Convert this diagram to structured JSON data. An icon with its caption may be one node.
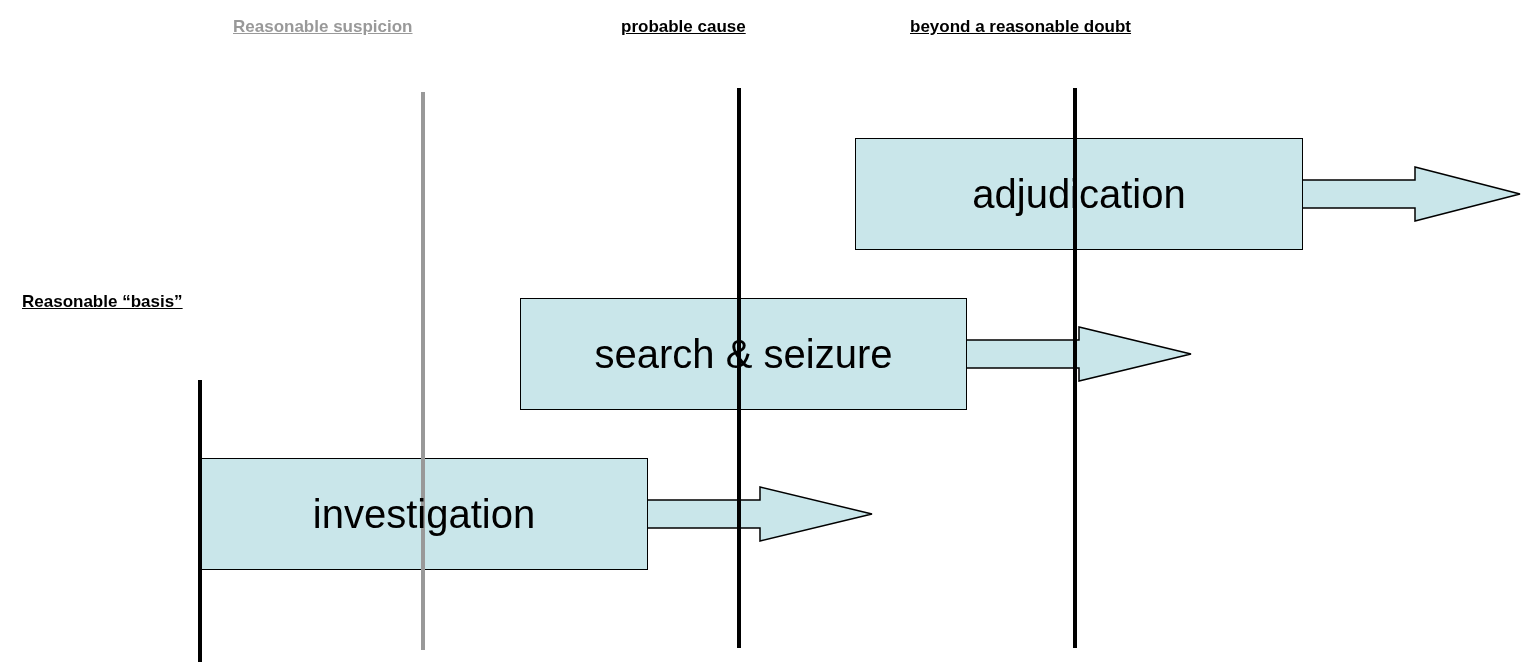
{
  "diagram": {
    "nodes": [
      {
        "text": [
          "adjudication"
        ]
      },
      {
        "text": [
          "search & seizure"
        ]
      },
      {
        "text": [
          "investigation"
        ]
      }
    ],
    "edges": [
      {
        "from": 0,
        "to": null,
        "arrow": "to"
      },
      {
        "from": 1,
        "to": null,
        "arrow": "to"
      },
      {
        "from": 2,
        "to": null,
        "arrow": "to"
      }
    ],
    "labels": [
      "Reasonable suspicion",
      "probable cause",
      "beyond a reasonable doubt",
      "Reasonable “basis”"
    ]
  }
}
